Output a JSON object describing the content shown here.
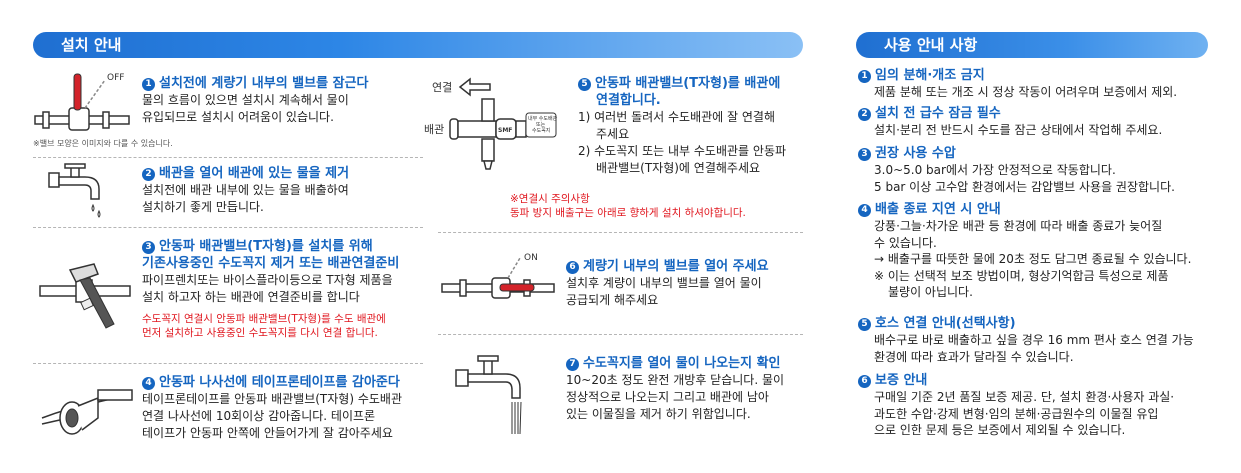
{
  "left_header": "설치 안내",
  "right_header": "사용 안내 사항",
  "note_image": "※밸브 모양은 이미지와 다를 수 있습니다.",
  "steps": [
    {
      "num": "1",
      "title": "설치전에 계량기 내부의 밸브를 잠근다",
      "body": [
        "물의 흐름이 있으면 설치시 계속해서 물이",
        "유입되므로 설치시 어려움이 있습니다."
      ]
    },
    {
      "num": "2",
      "title": "배관을 열어 배관에 있는 물을 제거",
      "body": [
        "설치전에 배관 내부에 있는 물을 배출하여",
        "설치하기 좋게 만듭니다."
      ]
    },
    {
      "num": "3",
      "title": [
        "안동파 배관밸브(T자형)를 설치를 위해",
        "기존사용중인 수도꼭지 제거 또는 배관연결준비"
      ],
      "body": [
        "파이프렌치또는 바이스플라이등으로 T자형 제품을",
        "설치 하고자 하는 배관에 연결준비를 합니다"
      ],
      "warn": [
        "수도꼭지 연결시 안동파 배관밸브(T자형)를 수도 배관에",
        "먼저 설치하고 사용중인 수도꼭지를 다시 연결 합니다."
      ]
    },
    {
      "num": "4",
      "title": "안동파 나사선에 테이프론테이프를 감아준다",
      "body": [
        "테이프론테이프를 안동파 배관밸브(T자형) 수도배관",
        "연결 나사선에 10회이상 감아줍니다. 테이프론",
        "테이프가 안동파 안쪽에 안들어가게 잘 감아주세요"
      ]
    },
    {
      "num": "5",
      "title": [
        "안동파 배관밸브(T자형)를 배관에",
        "연결합니다."
      ],
      "body": [
        "1) 여러번 돌려서 수도배관에 잘 연결해",
        "주세요",
        "2) 수도꼭지 또는 내부 수도배관를 안동파",
        "배관밸브(T자형)에 연결해주세요"
      ],
      "warn": [
        "※연결시 주의사항",
        "동파 방지 배출구는 아래로 향하게 설치 하셔야합니다."
      ]
    },
    {
      "num": "6",
      "title": "계량기 내부의 밸브를 열어 주세요",
      "body": [
        "설치후 계량이 내부의 밸브를 열어 물이",
        "공급되게 해주세요"
      ]
    },
    {
      "num": "7",
      "title": "수도꼭지를 열어 물이 나오는지 확인",
      "body": [
        "10~20초 정도 완전 개방후 닫습니다. 물이",
        "정상적으로 나오는지 그리고 배관에 남아",
        "있는 이물질을 제거 하기 위함입니다."
      ]
    }
  ],
  "icons": {
    "off_label": "OFF",
    "on_label": "ON",
    "connect_label": "연결",
    "pipe_label": "배관",
    "brand": "SMF",
    "inner_label": [
      "내부 수도배관",
      "또는",
      "수도꼭지"
    ]
  },
  "usage": [
    {
      "num": "1",
      "title": "임의 분해·개조 금지",
      "body": [
        "제품 분해 또는 개조 시 정상 작동이 어려우며 보증에서 제외."
      ]
    },
    {
      "num": "2",
      "title": "설치 전 급수 잠금 필수",
      "body": [
        "설치·분리 전 반드시 수도를 잠근 상태에서 작업해 주세요."
      ]
    },
    {
      "num": "3",
      "title": "권장 사용 수압",
      "body": [
        "3.0~5.0 bar에서 가장 안정적으로 작동합니다.",
        "5 bar 이상 고수압 환경에서는 감압밸브 사용을 권장합니다."
      ]
    },
    {
      "num": "4",
      "title": "배출 종료 지연 시 안내",
      "body": [
        "강풍·그늘·차가운 배관 등 환경에 따라 배출 종료가 늦어질",
        "수 있습니다.",
        "→ 배출구를 따뜻한 물에 20초 정도 담그면 종료될 수 있습니다.",
        "※ 이는 선택적 보조 방법이며, 형상기억합금 특성으로 제품",
        "불량이 아닙니다."
      ]
    },
    {
      "num": "5",
      "title": "호스 연결 안내(선택사항)",
      "body": [
        "배수구로 바로 배출하고 싶을 경우 16 mm 편사 호스 연결 가능",
        "환경에 따라 효과가 달라질 수 있습니다."
      ]
    },
    {
      "num": "6",
      "title": "보증 안내",
      "body": [
        "구매일 기준 2년 품질 보증 제공. 단, 설치 환경·사용자 과실·",
        "과도한 수압·강제 변형·임의 분해·공급원수의 이물질 유입",
        "으로 인한 문제 등은 보증에서 제외될 수 있습니다."
      ]
    }
  ],
  "colors": {
    "accent": "#1565c0",
    "warn": "#e0161e",
    "handle": "#d3232a"
  }
}
